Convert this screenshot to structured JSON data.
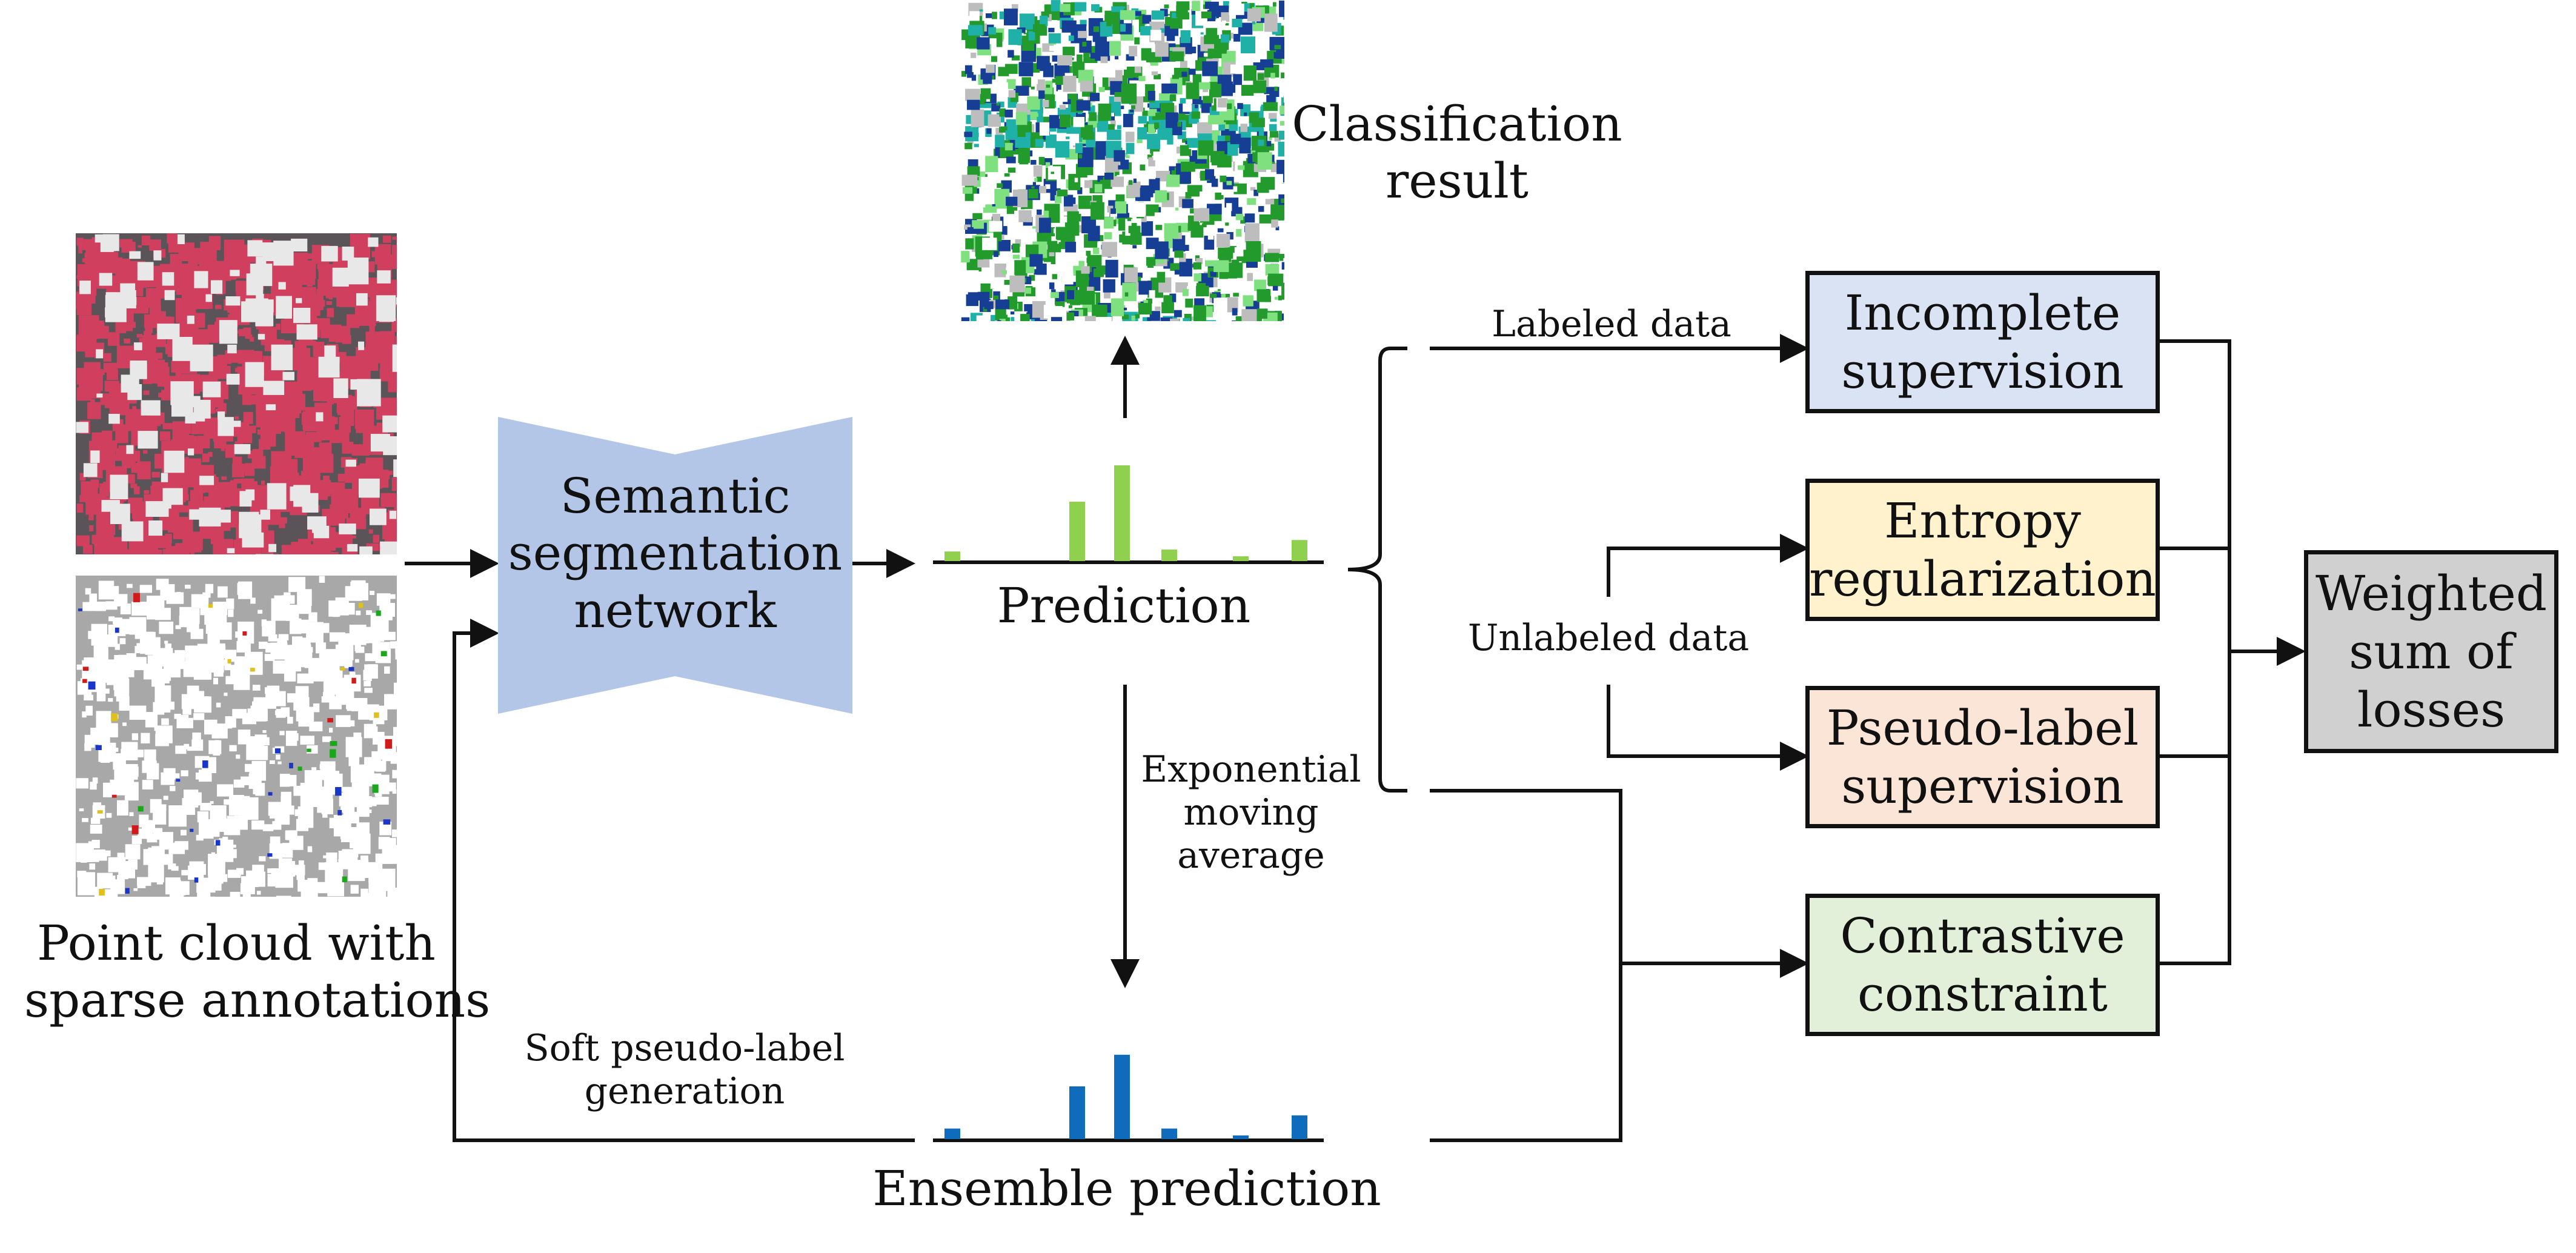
{
  "colors": {
    "prediction_bar": "#8fd14f",
    "ensemble_bar": "#0f6cbd",
    "network": "#b3c6e7",
    "incomplete": "#dae3f3",
    "entropy": "#fff2cc",
    "pseudo": "#fbe5d6",
    "contrastive": "#e2f0d9",
    "weighted": "#d0d0d0",
    "tree_red": "#d0405e",
    "class_green": "#229a2c",
    "class_blue": "#163e94"
  },
  "labels": {
    "point_cloud": [
      "Point cloud with",
      "sparse annotations"
    ],
    "network": [
      "Semantic",
      "segmentation",
      "network"
    ],
    "prediction": "Prediction",
    "classification": [
      "Classification",
      "result"
    ],
    "ensemble": "Ensemble prediction",
    "ema": [
      "Exponential",
      "moving",
      "average"
    ],
    "soft_pseudo": [
      "Soft pseudo-label",
      "generation"
    ],
    "labeled": "Labeled data",
    "unlabeled": "Unlabeled data",
    "incomplete": [
      "Incomplete",
      "supervision"
    ],
    "entropy": [
      "Entropy",
      "regularization"
    ],
    "pseudo": [
      "Pseudo-label",
      "supervision"
    ],
    "contrastive": [
      "Contrastive",
      "constraint"
    ],
    "weighted": [
      "Weighted",
      "sum of",
      "losses"
    ]
  },
  "histograms": {
    "prediction": [
      0.1,
      0.62,
      1.0,
      0.12,
      0.05,
      0.22
    ],
    "ensemble": [
      0.12,
      0.6,
      0.96,
      0.12,
      0.04,
      0.27
    ]
  },
  "icon_names": [
    "point-cloud-rgb-icon",
    "point-cloud-annotation-icon",
    "classification-result-icon"
  ]
}
